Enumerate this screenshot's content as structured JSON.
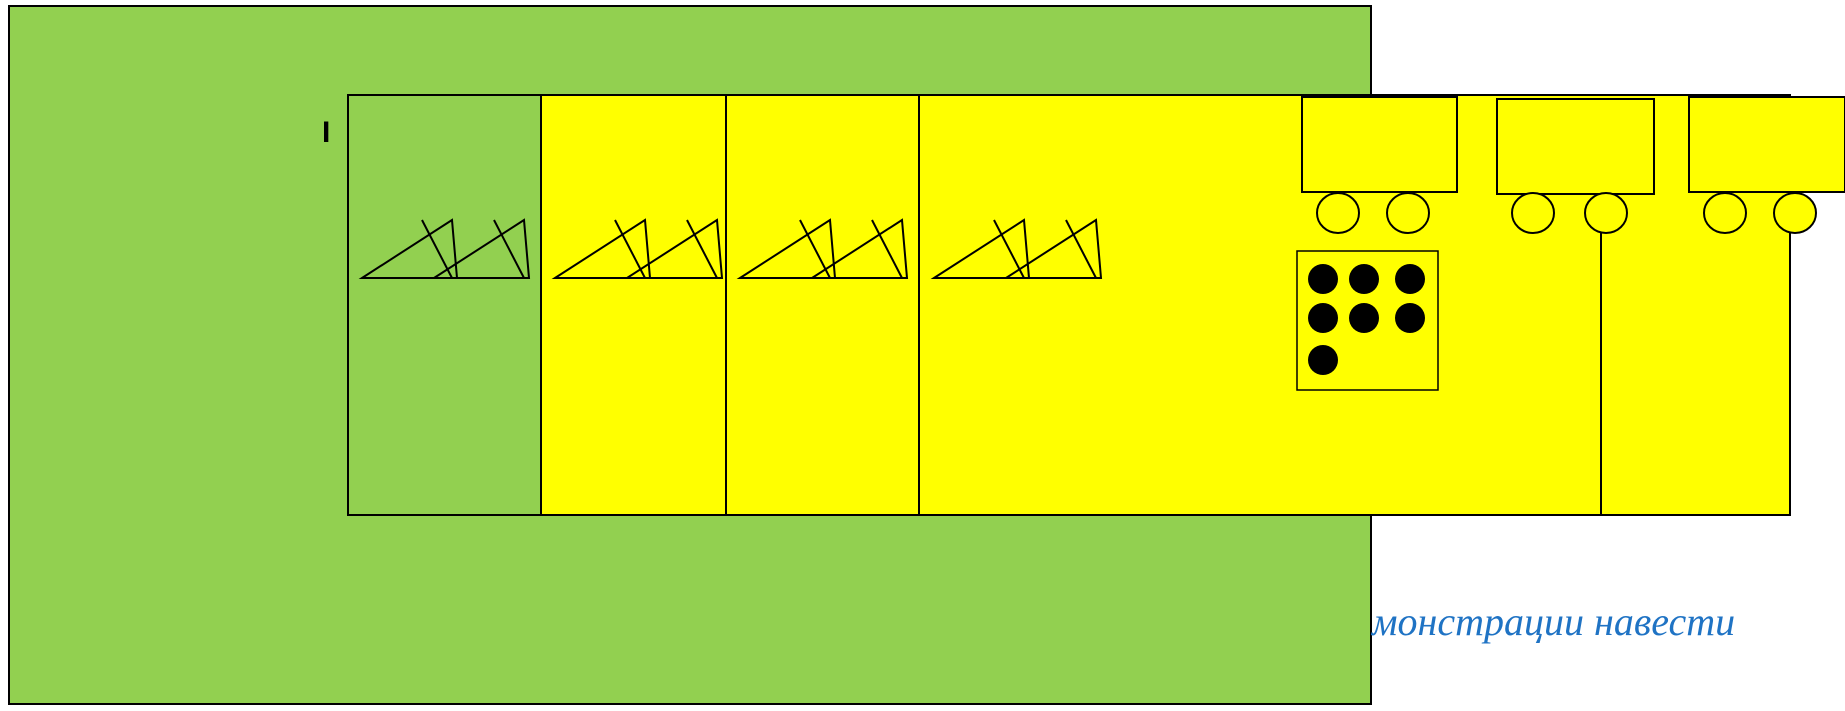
{
  "diagram": {
    "row_label": "I",
    "caption_fragment": "монстрации навести",
    "colors": {
      "background": "#ffffff",
      "green_area": "#92d050",
      "yellow_area": "#ffff00",
      "outline": "#000000",
      "caption": "#1f73c4",
      "dots": "#000000"
    },
    "icons": {
      "tool_pair": "harrow-icon",
      "cart": "cart-icon",
      "dot_card": "dot-card-icon"
    },
    "sections": [
      {
        "name": "section-1",
        "fill": "green"
      },
      {
        "name": "section-2",
        "fill": "yellow"
      },
      {
        "name": "section-3",
        "fill": "yellow"
      },
      {
        "name": "section-4",
        "fill": "yellow"
      }
    ],
    "tool_groups": 4,
    "carts": 3,
    "dot_count": 7
  }
}
